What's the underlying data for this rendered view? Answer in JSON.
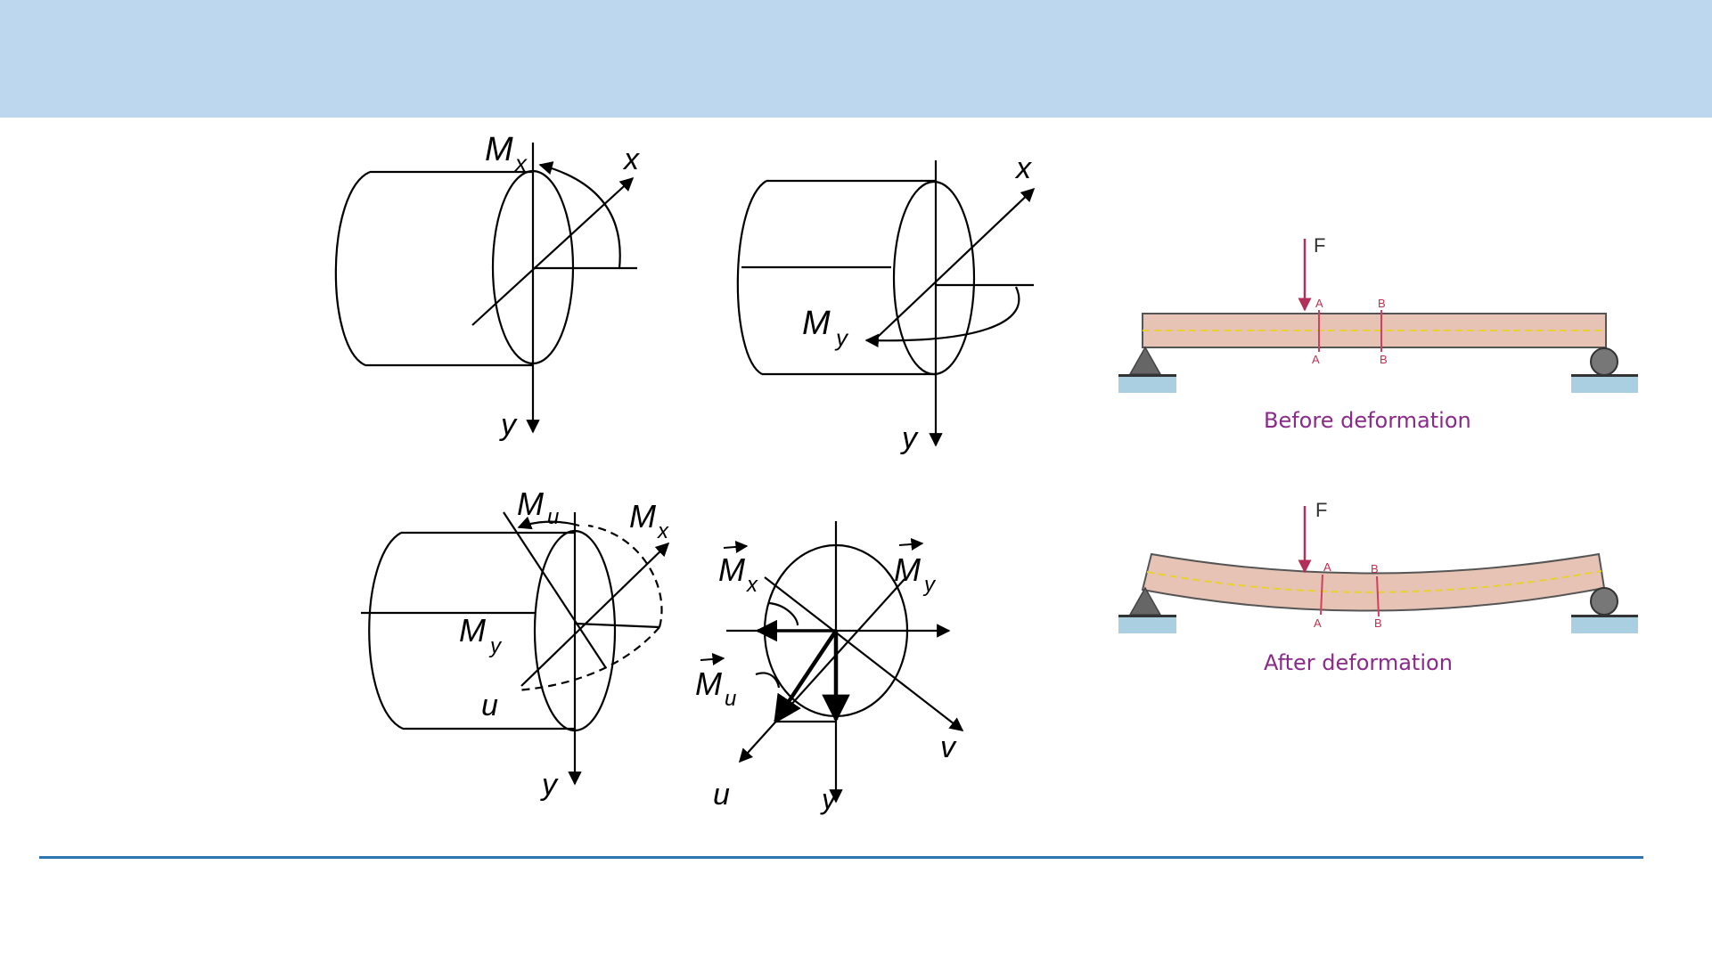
{
  "diagram_labels": {
    "mx": "M",
    "mx_sub": "x",
    "x_axis": "x",
    "y_axis": "y",
    "my": "M",
    "my_sub": "y",
    "mu": "M",
    "mu_sub": "u",
    "u_axis": "u",
    "v_axis": "v"
  },
  "beam": {
    "force_label": "F",
    "section_a": "A",
    "section_b": "B",
    "caption_before": "Before deformation",
    "caption_after": "After deformation",
    "colors": {
      "beam_fill": "#e6c3b4",
      "beam_stroke": "#555555",
      "neutral_axis": "#e8d030",
      "force_arrow": "#b0305a",
      "section_line": "#d04060",
      "support": "#555555",
      "ground": "#a9cfe0",
      "caption": "#8a2a8a"
    }
  },
  "colors": {
    "header_band": "#bdd7ee",
    "footer_rule": "#2e75b6"
  }
}
